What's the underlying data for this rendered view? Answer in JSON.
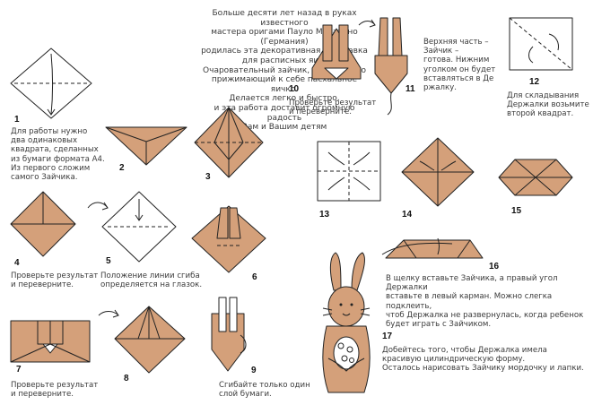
{
  "intro": [
    "Больше десяти лет назад в руках известного",
    "мастера оригами Пауло Мулатино (Германия)",
    "родилась эта декоративная подставка",
    "для расписных яиц.",
    "Очаровательный зайчик, трогательно",
    "прижимающий к себе пасхальное яичко.",
    "Делается легко и быстро,",
    "и эта работа доставит огромную радость",
    "Вам и Вашим детям"
  ],
  "steps": {
    "s1": "1",
    "s2": "2",
    "s3": "3",
    "s4": "4",
    "s5": "5",
    "s6": "6",
    "s7": "7",
    "s8": "8",
    "s9": "9",
    "s10": "10",
    "s11": "11",
    "s12": "12",
    "s13": "13",
    "s14": "14",
    "s15": "15",
    "s16": "16",
    "s17": "17"
  },
  "notes": {
    "n1": [
      "Для работы нужно",
      "два одинаковых",
      "квадрата, сделанных",
      "из бумаги формата А4.",
      "Из первого сложим",
      "самого Зайчика."
    ],
    "n4": [
      "Проверьте результат",
      "и переверните."
    ],
    "n5": [
      "Положение линии сгиба",
      "определяется на глазок."
    ],
    "n7": [
      "Проверьте результат",
      "и переверните."
    ],
    "n9": [
      "Сгибайте только один",
      "слой бумаги."
    ],
    "n10": [
      "Проверьте результат",
      "и переверните."
    ],
    "n11": [
      "Верхняя часть –",
      "Зайчик –",
      "готова. Нижним",
      "уголком он будет",
      "вставляться в Де",
      "ржалку."
    ],
    "n12": [
      "Для складывания",
      "Держалки возьмите",
      "второй квадрат."
    ],
    "n16": [
      "В щелку вставьте Зайчика, а правый угол Держалки",
      "вставьте в левый карман. Можно слегка подклеить,",
      "чтоб Держалка не развернулась, когда ребенок",
      "будет играть с Зайчиком."
    ],
    "n17": [
      "Добейтесь того, чтобы Держалка имела",
      "красивую цилиндрическую форму.",
      "Осталось нарисовать Зайчику мордочку и лапки."
    ]
  },
  "colors": {
    "paper": "#d4a07a",
    "line": "#222222",
    "text": "#3a3a3a"
  }
}
